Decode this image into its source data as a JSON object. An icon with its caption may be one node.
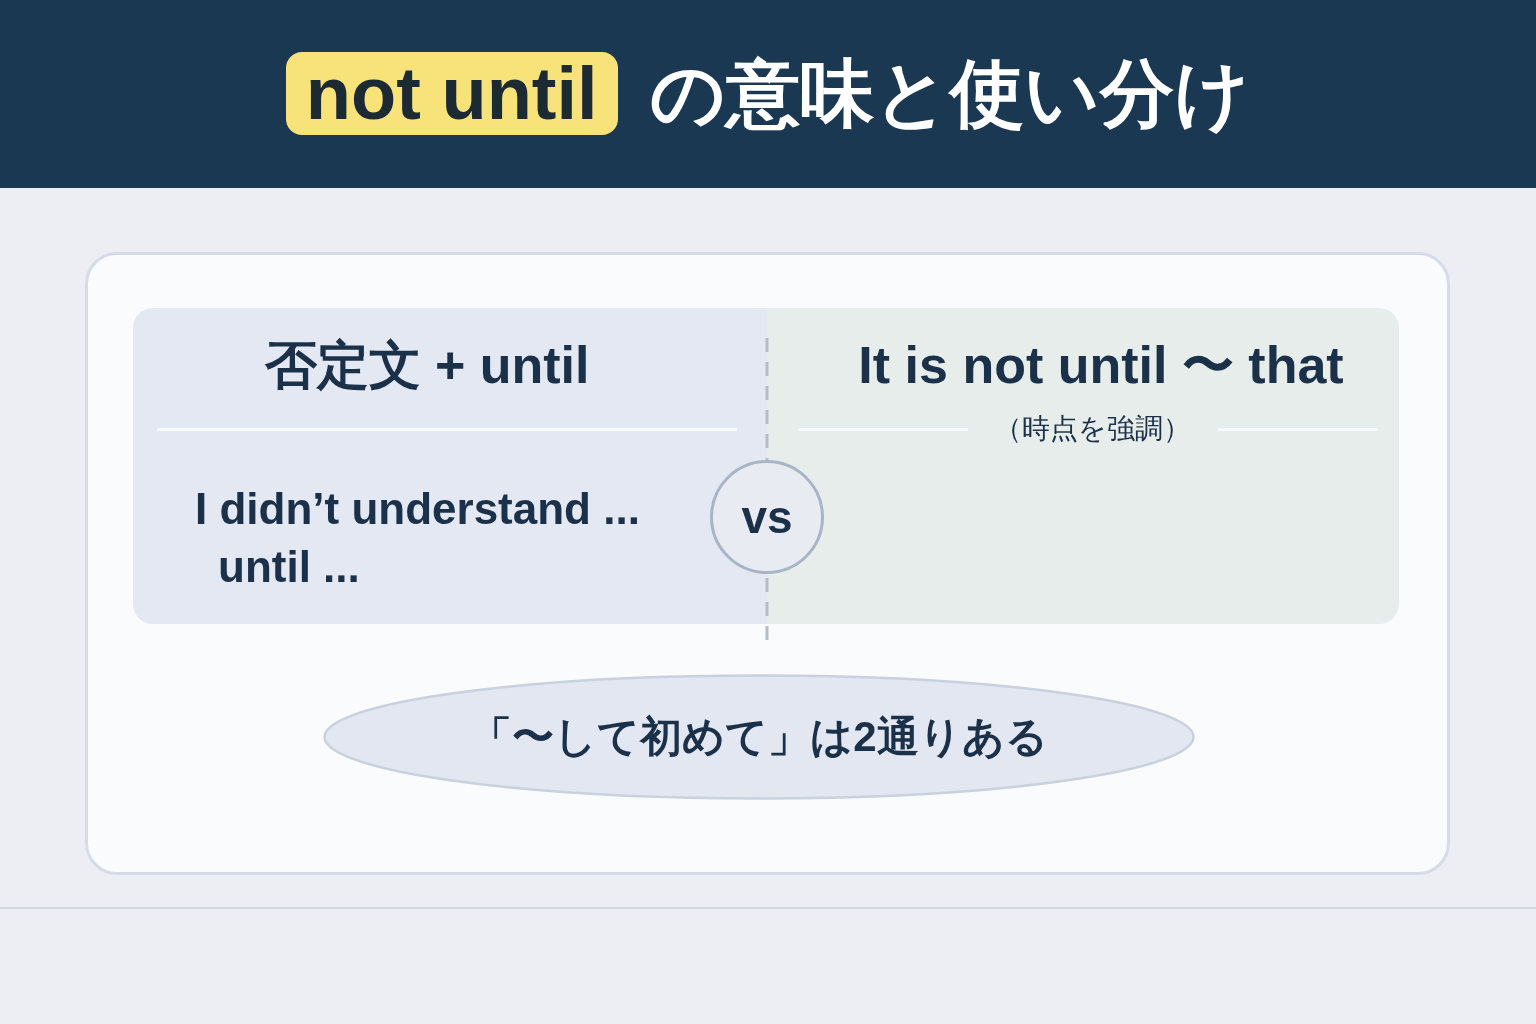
{
  "diagram": {
    "title": "**not until** の意味と使い分け",
    "nodes": [
      {
        "text": [],
        "shape": "box"
      },
      {
        "text": [
          "否定文 + until",
          "I didn’t understand ... until ..."
        ],
        "in": 0
      },
      {
        "text": [
          "It is not until 〜 that",
          "（時点を強調）"
        ],
        "in": 0
      },
      {
        "text": [
          "vs"
        ],
        "in": 0
      },
      {
        "text": [
          "「〜して初めて」は2通りある"
        ],
        "in": 0
      }
    ]
  }
}
